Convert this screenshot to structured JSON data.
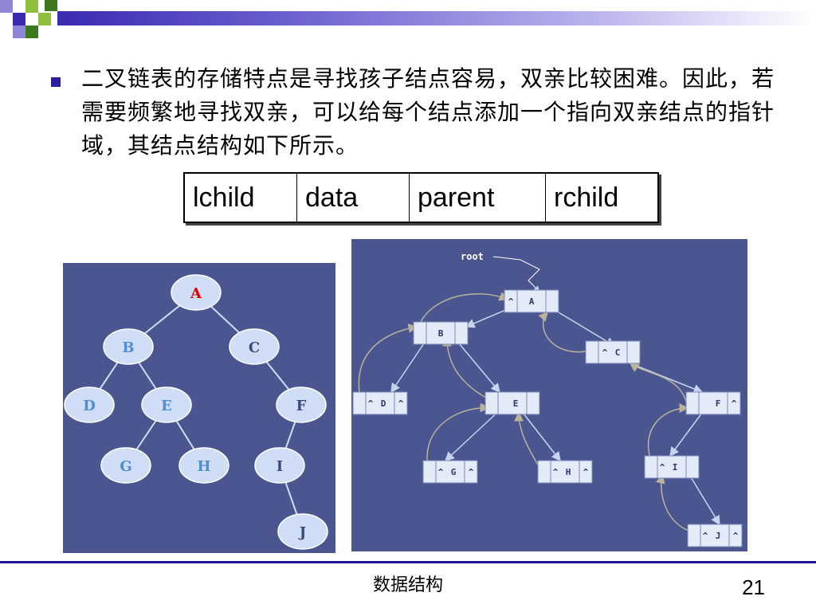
{
  "bullet_text": "二叉链表的存储特点是寻找孩子结点容易，双亲比较困难。因此，若需要频繁地寻找双亲，可以给每个结点添加一个指向双亲结点的指针域，其结点结构如下所示。",
  "fields": [
    "lchild",
    "data",
    "parent",
    "rchild"
  ],
  "left_tree": {
    "nodes": [
      "A",
      "B",
      "C",
      "D",
      "E",
      "F",
      "G",
      "H",
      "I",
      "J"
    ]
  },
  "right_tree": {
    "root_label": "root",
    "nodes": [
      "A",
      "B",
      "C",
      "D",
      "E",
      "F",
      "G",
      "H",
      "I",
      "J"
    ],
    "null_symbol": "^"
  },
  "footer": {
    "course": "数据结构",
    "page": "21"
  },
  "colors": {
    "accent": "#1d1895",
    "panel_bg": "#4b5590",
    "node_fill": "#d0ddf6",
    "root_letter": "#e00000",
    "letter": "#4f8fcf"
  }
}
